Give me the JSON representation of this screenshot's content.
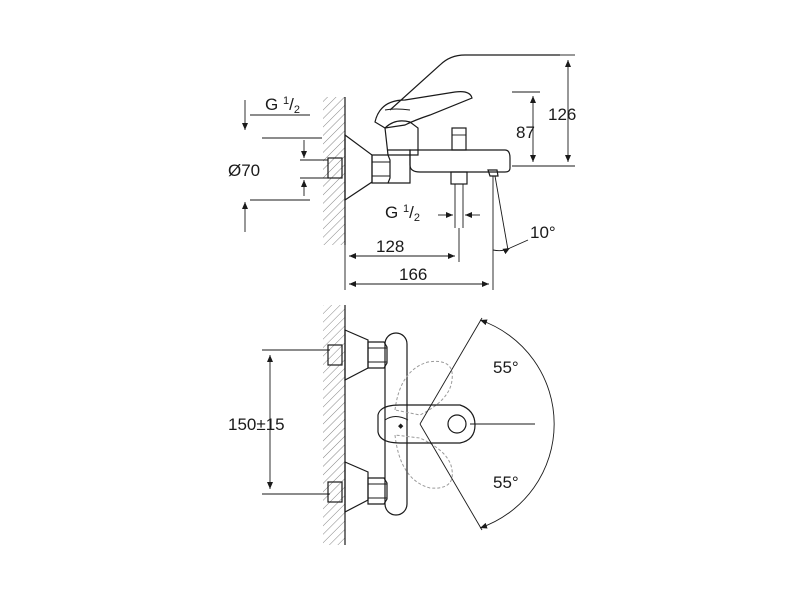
{
  "dimensions": {
    "thread_inlet": {
      "prefix": "G ",
      "num": "1",
      "den": "2"
    },
    "diameter": "Ø70",
    "thread_outlet": {
      "prefix": "G ",
      "num": "1",
      "den": "2"
    },
    "height_total": "126",
    "height_spout": "87",
    "depth_spout": "128",
    "depth_total": "166",
    "spout_angle": "10°",
    "centers": "150±15",
    "handle_angle_up": "55°",
    "handle_angle_down": "55°"
  }
}
